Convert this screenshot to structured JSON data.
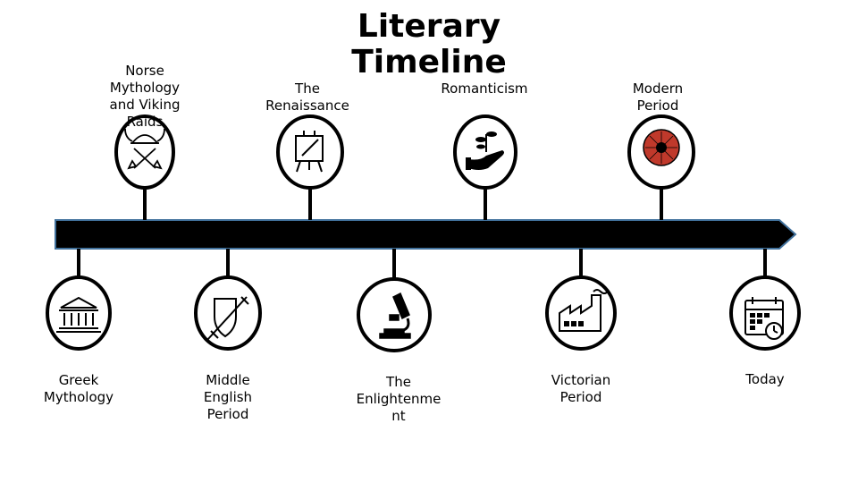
{
  "title": "Literary Timeline",
  "events": [
    {
      "label": "Greek Mythology",
      "icon": "greek-temple-icon"
    },
    {
      "label": "Norse Mythology and Viking Raids",
      "icon": "viking-helmet-icon"
    },
    {
      "label": "Middle English Period",
      "icon": "shield-sword-icon"
    },
    {
      "label": "The Renaissance",
      "icon": "painting-easel-icon"
    },
    {
      "label": "The Enlightenme nt",
      "icon": "microscope-icon"
    },
    {
      "label": "Romanticism",
      "icon": "hand-sprout-icon"
    },
    {
      "label": "Victorian Period",
      "icon": "factory-icon"
    },
    {
      "label": "Modern Period",
      "icon": "poppy-icon"
    },
    {
      "label": "Today",
      "icon": "calendar-clock-icon"
    }
  ],
  "colors": {
    "bar": "#000000",
    "bar_border": "#41719c",
    "poppy": "#c0392b"
  }
}
